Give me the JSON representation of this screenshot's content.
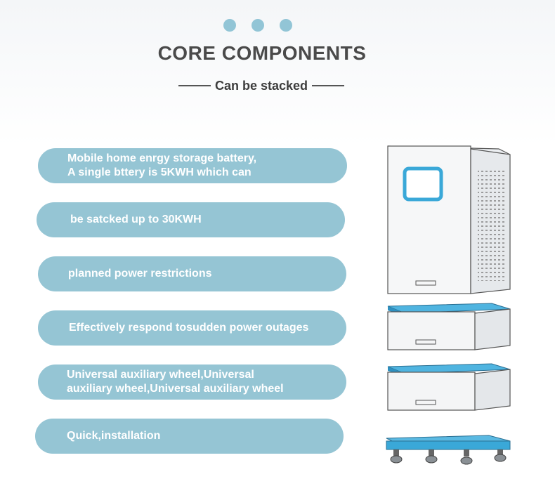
{
  "header": {
    "title": "CORE COMPONENTS",
    "subtitle": "Can be stacked"
  },
  "features": [
    {
      "line1": "Mobile home enrgy storage battery,",
      "line2": " A single bttery is 5KWH which can"
    },
    {
      "line1": "be satcked up to 30KWH"
    },
    {
      "line1": "planned power restrictions"
    },
    {
      "line1": "Effectively respond tosudden power outages"
    },
    {
      "line1": "Universal auxiliary wheel,Universal",
      "line2": "auxiliary wheel,Universal auxiliary wheel"
    },
    {
      "line1": "Quick,installation"
    }
  ],
  "colors": {
    "accent": "#95c5d4",
    "battery_accent": "#3aa8d8",
    "title": "#4a4a4a"
  }
}
